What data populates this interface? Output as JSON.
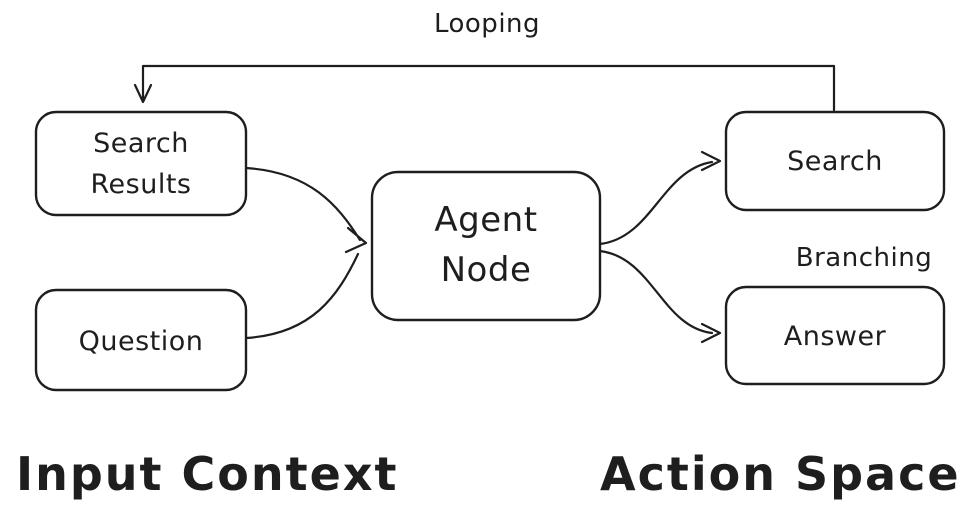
{
  "diagram": {
    "labels": {
      "looping": "Looping",
      "branching": "Branching",
      "input_context": "Input Context",
      "action_space": "Action Space"
    },
    "nodes": {
      "search_results": {
        "line1": "Search",
        "line2": "Results"
      },
      "question": {
        "label": "Question"
      },
      "agent_node": {
        "line1": "Agent",
        "line2": "Node"
      },
      "search": {
        "label": "Search"
      },
      "answer": {
        "label": "Answer"
      }
    },
    "edges": [
      {
        "name": "looping-arrow",
        "from": "search",
        "to": "search_results"
      },
      {
        "name": "search-results-to-agent",
        "from": "search_results",
        "to": "agent_node"
      },
      {
        "name": "question-to-agent",
        "from": "question",
        "to": "agent_node"
      },
      {
        "name": "agent-to-search",
        "from": "agent_node",
        "to": "search"
      },
      {
        "name": "agent-to-answer",
        "from": "agent_node",
        "to": "answer"
      }
    ],
    "colors": {
      "stroke": "#1e1e1e",
      "background": "#ffffff"
    }
  }
}
